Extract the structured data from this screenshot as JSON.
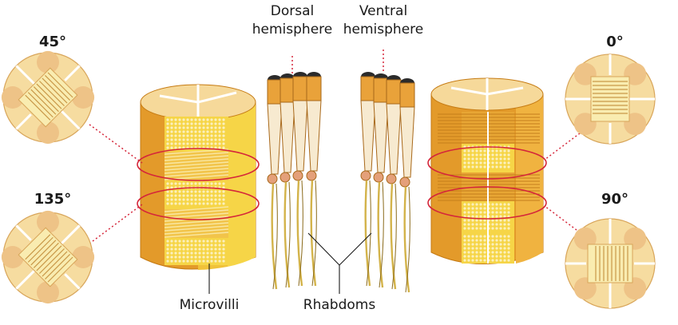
{
  "labels": {
    "dorsal_line1": "Dorsal",
    "dorsal_line2": "hemisphere",
    "ventral_line1": "Ventral",
    "ventral_line2": "hemisphere",
    "microvilli": "Microvilli",
    "rhabdoms": "Rhabdoms"
  },
  "angles": {
    "top_left": "45°",
    "bottom_left": "135°",
    "top_right": "0°",
    "bottom_right": "90°"
  },
  "colors": {
    "cylinder_dark": "#e39a2a",
    "cylinder_light": "#f6d547",
    "top_face": "#f6d99a",
    "microvilli_pale": "#fbf0bd",
    "disc_fill": "#f6dca0",
    "disc_dark": "#eec387",
    "ring": "#d5263a",
    "cell_dark_tip": "#2b2b2b"
  }
}
